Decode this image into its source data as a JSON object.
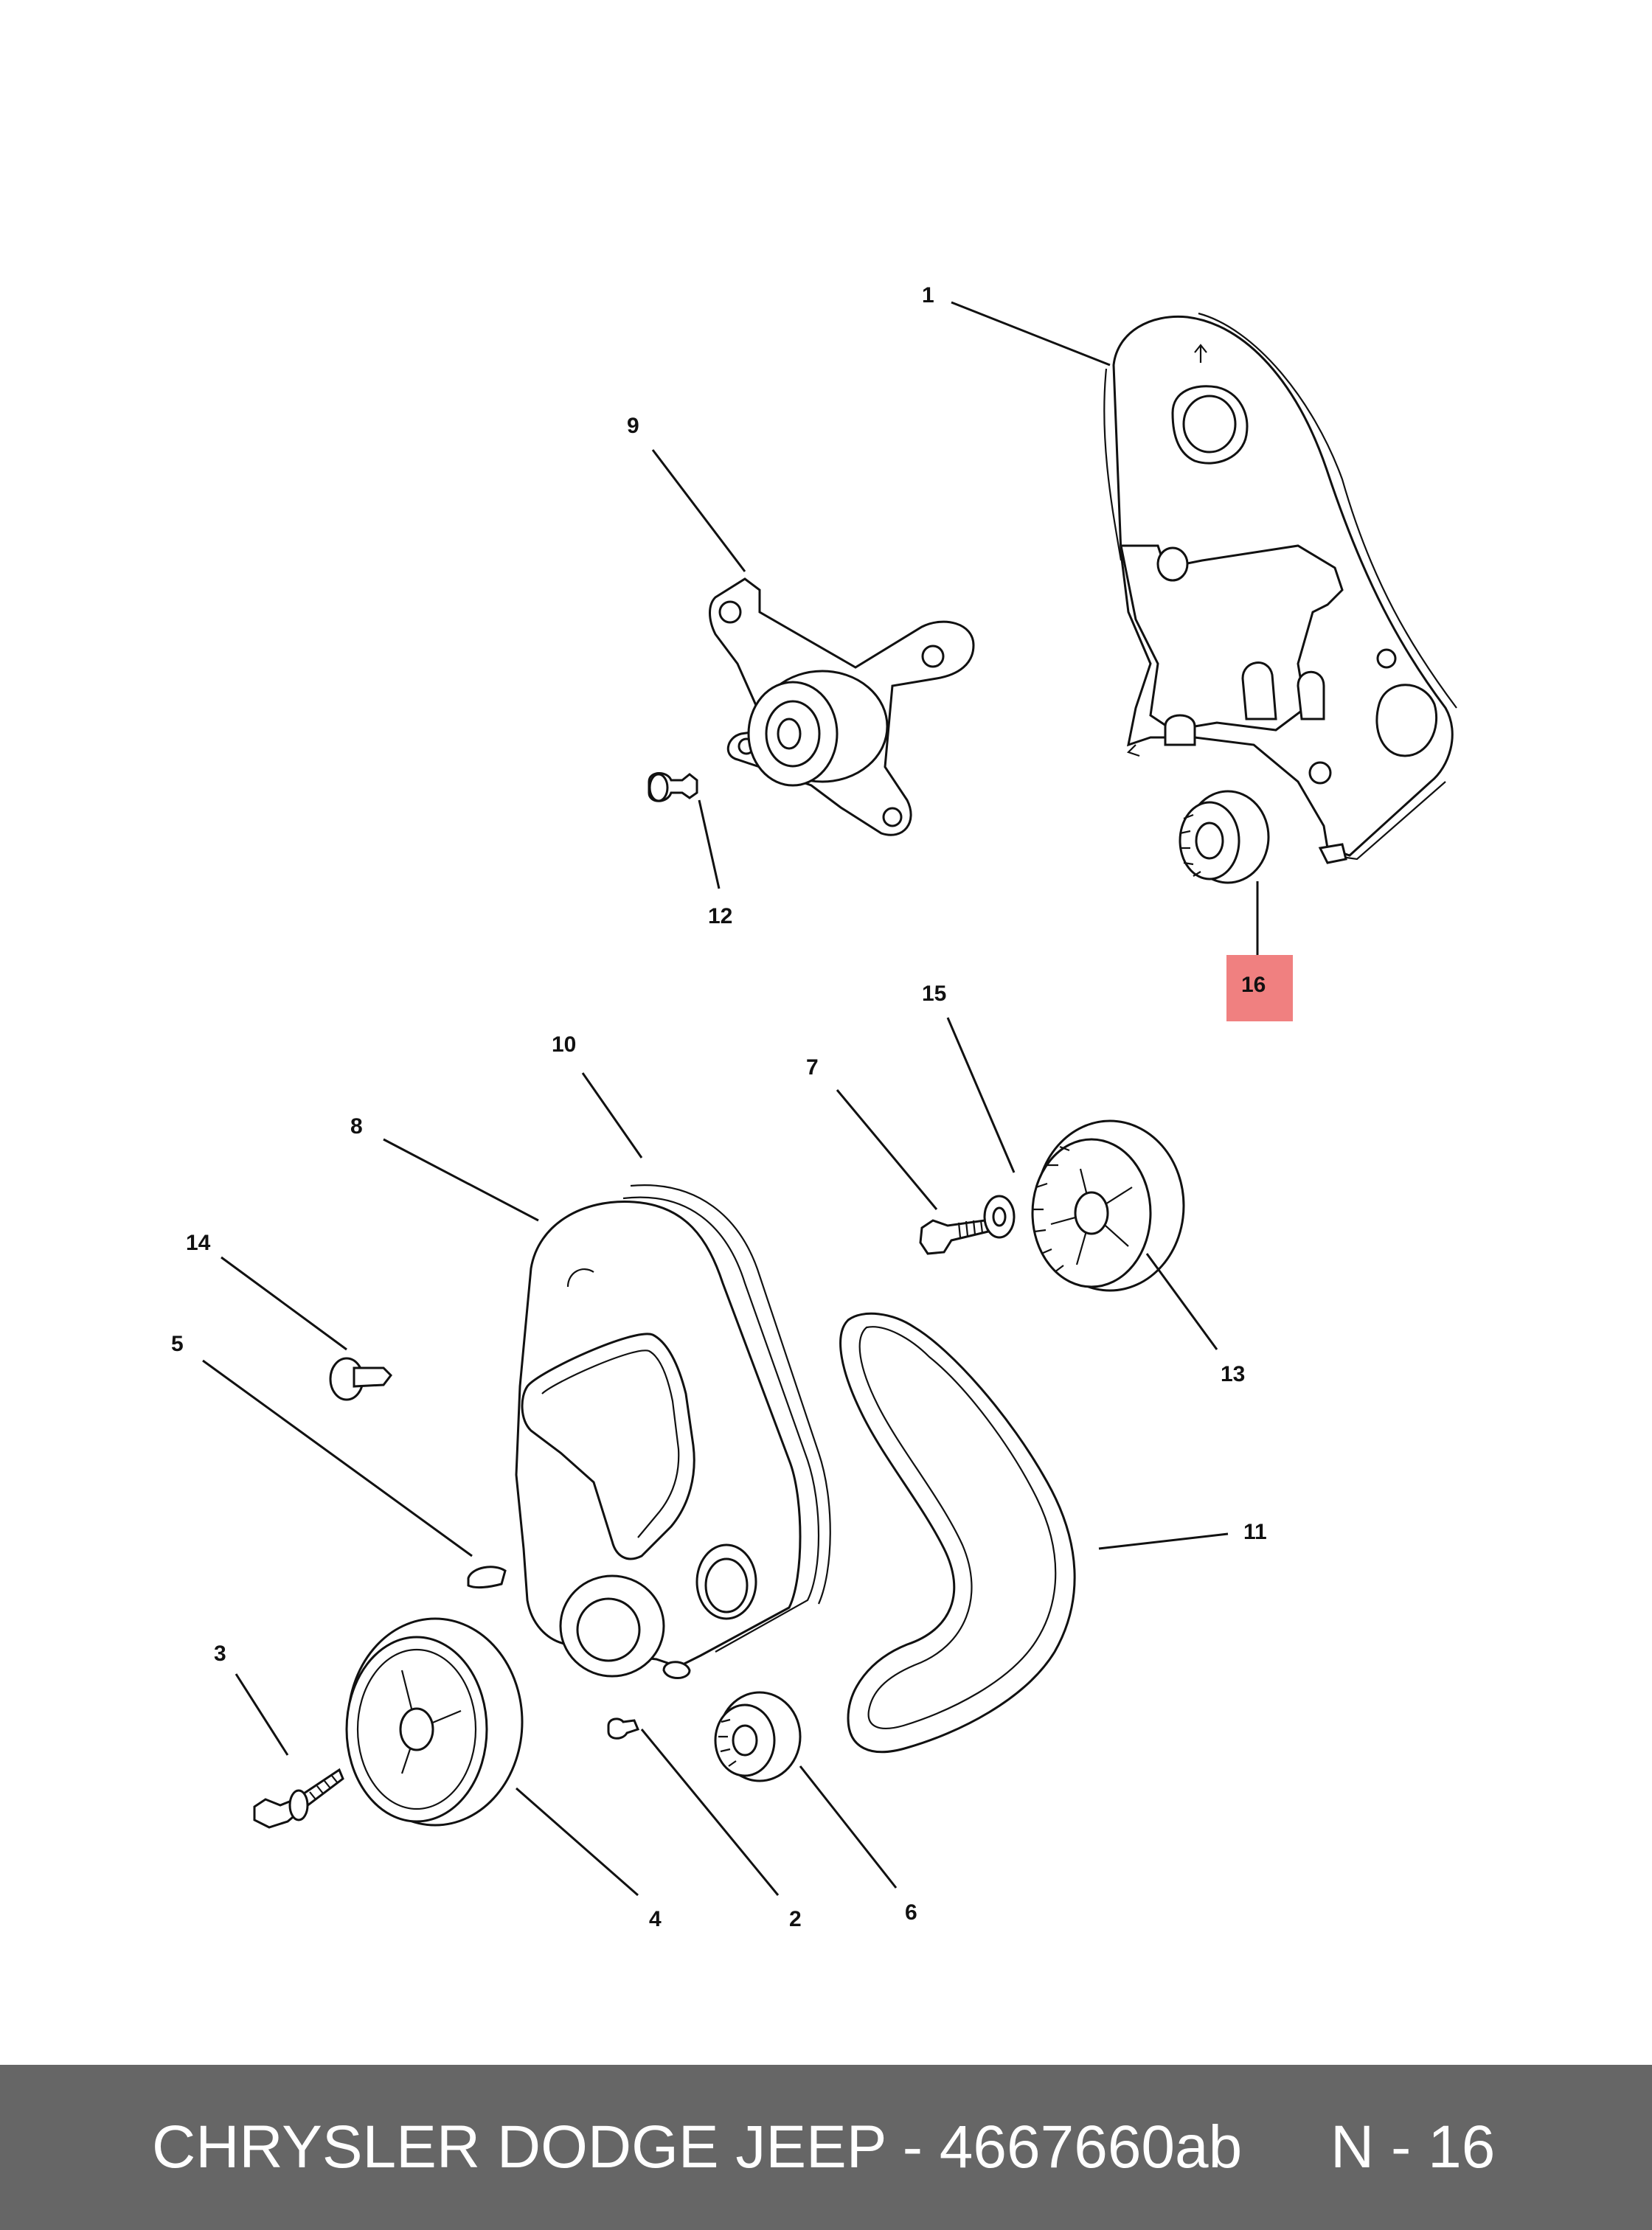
{
  "callouts": {
    "c1": "1",
    "c2": "2",
    "c3": "3",
    "c4": "4",
    "c5": "5",
    "c6": "6",
    "c7": "7",
    "c8": "8",
    "c9": "9",
    "c10": "10",
    "c11": "11",
    "c12": "12",
    "c13": "13",
    "c14": "14",
    "c15": "15",
    "c16": "16"
  },
  "highlight": {
    "callout": "16",
    "color": "#f08080"
  },
  "footer": {
    "title": "CHRYSLER DODGE JEEP - 4667660ab",
    "ref": "N - 16",
    "background": "#666666"
  }
}
